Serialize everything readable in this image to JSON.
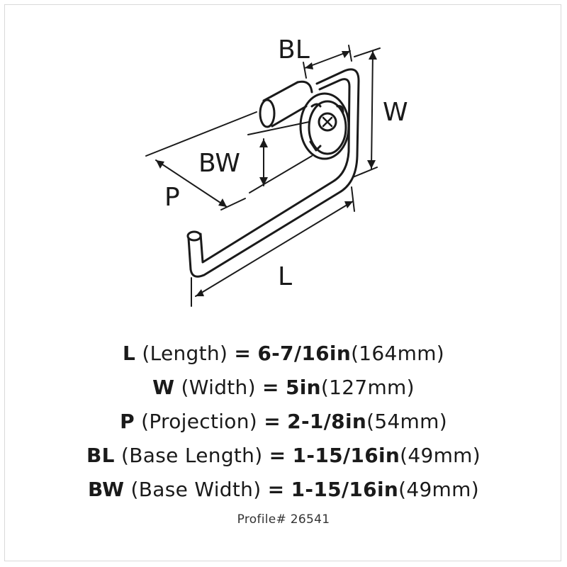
{
  "diagram": {
    "labels": {
      "BL": "BL",
      "W": "W",
      "BW": "BW",
      "P": "P",
      "L": "L"
    }
  },
  "specs": [
    {
      "code": "L",
      "name": "(Length)",
      "eq": "=",
      "imperial": "6-7/16in",
      "metric": "(164mm)"
    },
    {
      "code": "W",
      "name": "(Width)",
      "eq": "=",
      "imperial": "5in",
      "metric": "(127mm)"
    },
    {
      "code": "P",
      "name": "(Projection)",
      "eq": "=",
      "imperial": "2-1/8in",
      "metric": "(54mm)"
    },
    {
      "code": "BL",
      "name": "(Base Length)",
      "eq": "=",
      "imperial": "1-15/16in",
      "metric": "(49mm)"
    },
    {
      "code": "BW",
      "name": "(Base Width)",
      "eq": "=",
      "imperial": "1-15/16in",
      "metric": "(49mm)"
    }
  ],
  "profile": "Profile# 26541"
}
